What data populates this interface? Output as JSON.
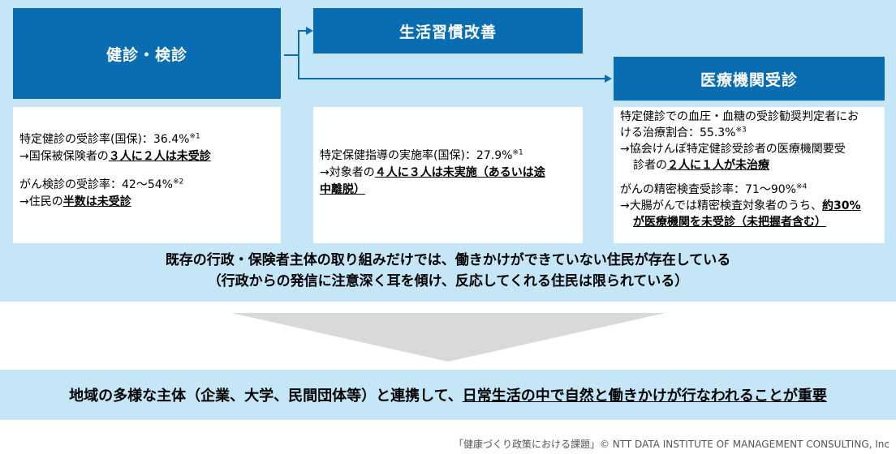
{
  "boxes": {
    "checkup": "健診・検診",
    "lifestyle": "生活習慣改善",
    "medical": "医療機関受診"
  },
  "card1": {
    "l1a": "特定健診の受診率(国保)：36.4%",
    "l1sup": "※1",
    "l2a": "→国保被保険者の",
    "l2b": "３人に２人は未受診",
    "l3a": "がん検診の受診率：42～54%",
    "l3sup": "※2",
    "l4a": "→住民の",
    "l4b": "半数は未受診"
  },
  "card2": {
    "l1a": "特定保健指導の実施率(国保)：27.9%",
    "l1sup": "※1",
    "l2a": "→対象者の",
    "l2b": "４人に３人は未実施（あるいは途",
    "l3b": "中離脱）"
  },
  "card3": {
    "l1": "特定健診での血圧・血糖の受診勧奨判定者にお",
    "l2a": "ける治療割合：55.3%",
    "l2sup": "※3",
    "l3": "→協会けんぽ特定健診受診者の医療機関要受",
    "l4a": "診者の",
    "l4b": "２人に１人が未治療",
    "l5a": "がんの精密検査受診率：71～90%",
    "l5sup": "※4",
    "l6a": "→大腸がんでは精密検査対象者のうち、",
    "l6b": "約30%",
    "l7b": "が医療機関を未受診",
    "l7c": "（未把握者含む）"
  },
  "summary": {
    "line1": "既存の行政・保険者主体の取り組みだけでは、働きかけができていない住民が存在している",
    "line2": "（行政からの発信に注意深く耳を傾け、反応してくれる住民は限られている）"
  },
  "conclusion": {
    "a": "地域の多様な主体（企業、大学、民間団体等）と連携して、",
    "b": "日常生活の中で自然と働きかけが行なわれることが重要"
  },
  "footer": "「健康づくり政策における課題」© NTT DATA INSTITUTE OF MANAGEMENT CONSULTING, Inc"
}
